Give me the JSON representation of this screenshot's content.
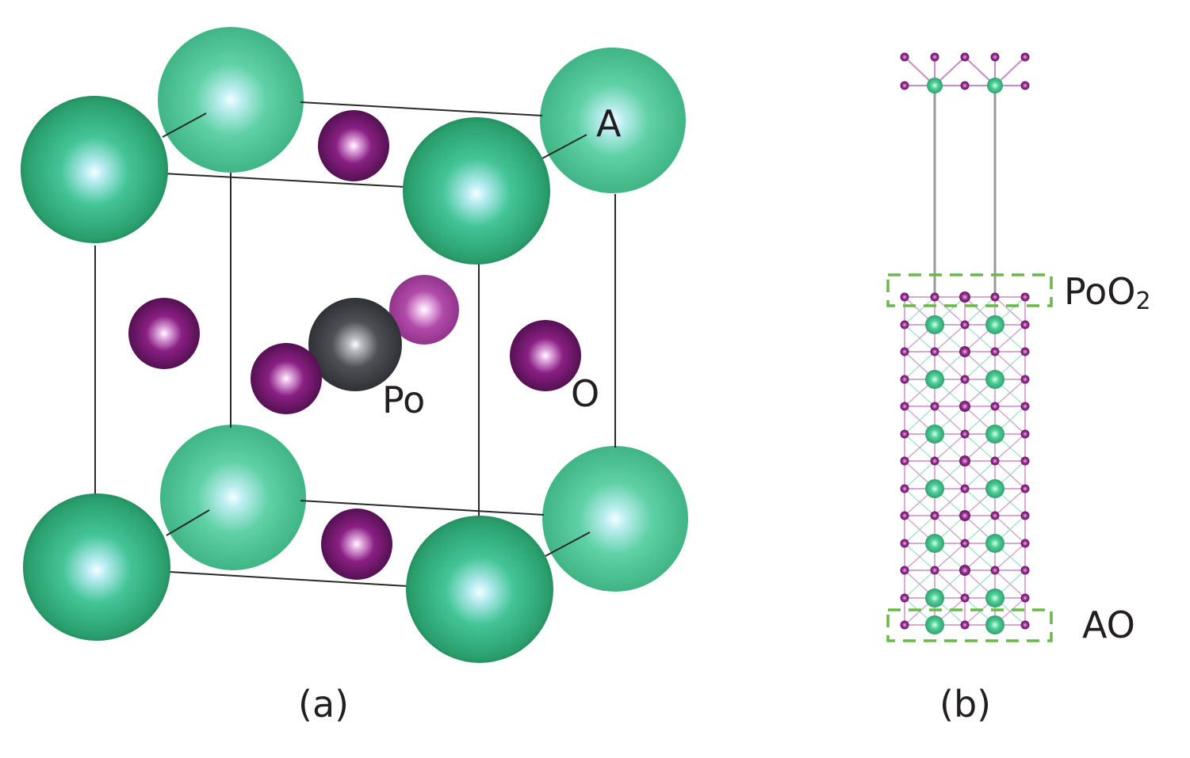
{
  "panel_a": {
    "caption": "(a)",
    "labels": {
      "a_site": "A",
      "b_site": "Po",
      "oxygen": "O"
    }
  },
  "panel_b": {
    "caption": "(b)",
    "labels": {
      "top_layer": "PoO",
      "top_layer_sub": "2",
      "bottom_layer": "AO"
    }
  },
  "colors": {
    "a_atom": "#3cc08a",
    "po_atom": "#4a4c52",
    "o_atom": "#8a2a86",
    "cell_edge": "#2a2a2a",
    "highlight_box": "#6bb84a"
  }
}
